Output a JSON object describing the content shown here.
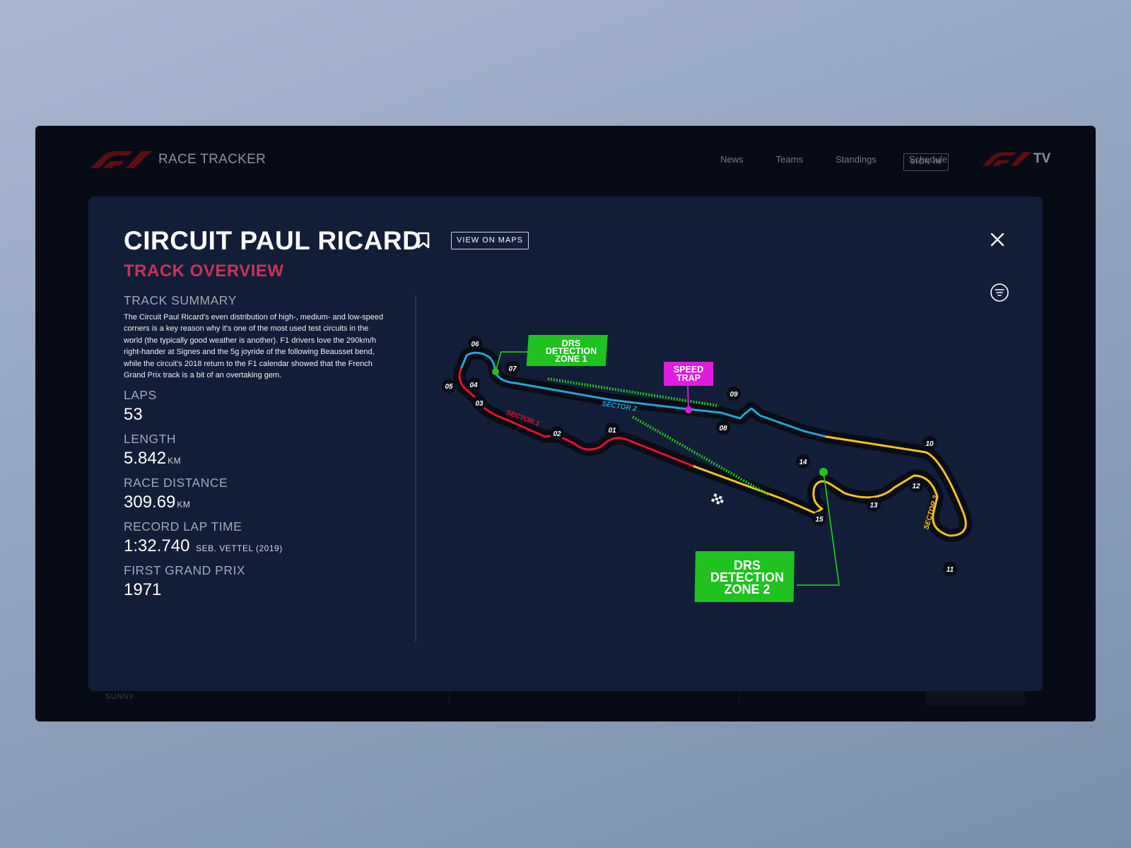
{
  "app": {
    "brand_title": "RACE TRACKER",
    "tv_label": "TV",
    "accent_color": "#e10600",
    "nav": [
      "News",
      "Teams",
      "Standings",
      "Schedule"
    ],
    "sign_in_label": "SIGN IN",
    "underlay_label": "SUNNY"
  },
  "panel": {
    "title": "CIRCUIT PAUL RICARD",
    "view_on_maps_label": "VIEW ON MAPS",
    "subtitle": "TRACK OVERVIEW",
    "subtitle_color": "#c8335a",
    "summary": {
      "label": "TRACK SUMMARY",
      "text": "The Circuit Paul Ricard's even distribution of high-, medium- and low-speed corners is a key reason why it's one of the most used test circuits in the world (the typically good weather is another). F1 drivers love the 290km/h right-hander at Signes and the 5g joyride of the following Beausset bend, while the circuit's 2018 return to the F1 calendar showed that the French Grand Prix track is a bit of an overtaking gem."
    },
    "stats": {
      "laps": {
        "label": "LAPS",
        "value": "53"
      },
      "length": {
        "label": "LENGTH",
        "value": "5.842",
        "unit": "KM"
      },
      "race_distance": {
        "label": "RACE DISTANCE",
        "value": "309.69",
        "unit": "KM"
      },
      "record_lap": {
        "label": "RECORD LAP TIME",
        "value": "1:32.740",
        "holder": "SEB. VETTEL (2019)"
      },
      "first_gp": {
        "label": "FIRST GRAND PRIX",
        "value": "1971"
      }
    }
  },
  "track_map": {
    "sector_labels": [
      "SECTOR 1",
      "SECTOR 2",
      "SECTOR 3"
    ],
    "sector_colors": {
      "sector1": "#e8102a",
      "sector2": "#1fa6d9",
      "sector3": "#f5c518"
    },
    "corners": [
      "01",
      "02",
      "03",
      "04",
      "05",
      "06",
      "07",
      "08",
      "09",
      "10",
      "11",
      "12",
      "13",
      "14",
      "15"
    ],
    "drs_zone_1": [
      "DRS",
      "DETECTION",
      "ZONE 1"
    ],
    "drs_zone_2": [
      "DRS",
      "DETECTION",
      "ZONE 2"
    ],
    "speed_trap": [
      "SPEED",
      "TRAP"
    ],
    "drs_color": "#1fc21f",
    "speed_trap_color": "#e01ce0"
  }
}
